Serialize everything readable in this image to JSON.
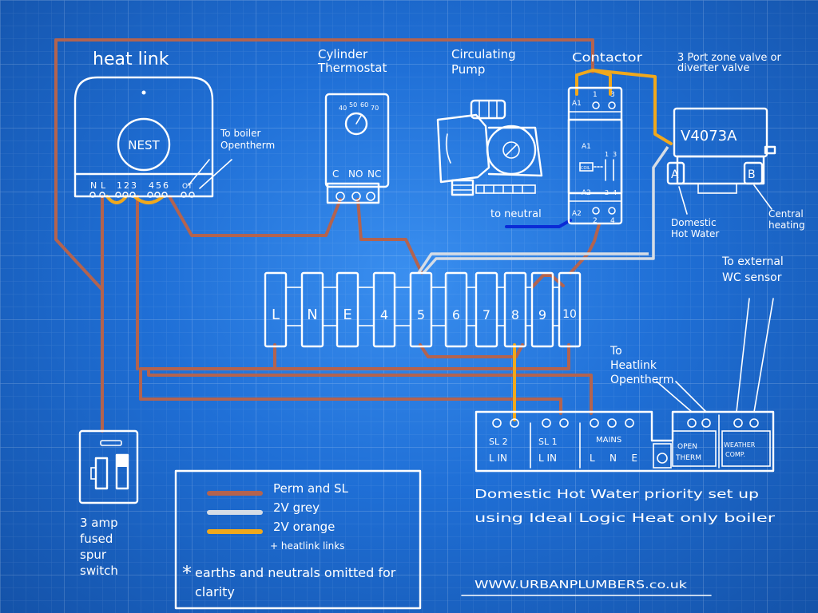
{
  "devices": {
    "heatlink": {
      "title": "heat link",
      "brand": "NEST",
      "terminals": [
        "N",
        "L",
        "1",
        "2",
        "3",
        "4",
        "5",
        "6",
        "OT"
      ],
      "note": "To boiler Opentherm"
    },
    "cylinder_thermostat": {
      "title": "Cylinder Thermostat",
      "dial": [
        "40",
        "50",
        "60",
        "70"
      ],
      "terminals": [
        "C",
        "NO",
        "NC"
      ]
    },
    "pump": {
      "title": "Circulating Pump"
    },
    "contactor": {
      "title": "Contactor",
      "terminals": [
        "A1",
        "1",
        "3",
        "A1",
        "1",
        "3",
        "A2",
        "2",
        "4",
        "A2",
        "2",
        "4"
      ],
      "coil": "COIL",
      "note": "to neutral"
    },
    "zone_valve": {
      "title": "3 Port zone valve or diverter valve",
      "model": "V4073A",
      "ports": [
        "A",
        "B"
      ],
      "port_a": "Domestic Hot Water",
      "port_b": "Central heating"
    },
    "spur": {
      "title": "3 amp fused spur switch"
    },
    "wc_sensor": {
      "note": "To external WC sensor"
    },
    "heatlink_ot": {
      "note": "To Heatlink Opentherm"
    }
  },
  "terminal_block": [
    "L",
    "N",
    "E",
    "4",
    "5",
    "6",
    "7",
    "8",
    "9",
    "10"
  ],
  "boiler": {
    "groups": [
      {
        "name": "SL 2",
        "sub": "L IN"
      },
      {
        "name": "SL 1",
        "sub": "L IN"
      },
      {
        "name": "MAINS",
        "sub": "L N E"
      },
      {
        "name": "OPEN",
        "sub": "THERM"
      },
      {
        "name": "WEATHER",
        "sub": "COMP."
      }
    ]
  },
  "legend": {
    "items": [
      {
        "label": "Perm and SL",
        "color": "#b3634f"
      },
      {
        "label": "2V grey",
        "color": "#d6dde6"
      },
      {
        "label": "2V orange",
        "color": "#f0a81c"
      }
    ],
    "sub": "+ heatlink links",
    "note": "earths and neutrals omitted for clarity"
  },
  "caption": {
    "line1": "Domestic Hot Water priority set up",
    "line2": "using Ideal Logic Heat only boiler"
  },
  "website": "WWW.URBANPLUMBERS.co.uk"
}
